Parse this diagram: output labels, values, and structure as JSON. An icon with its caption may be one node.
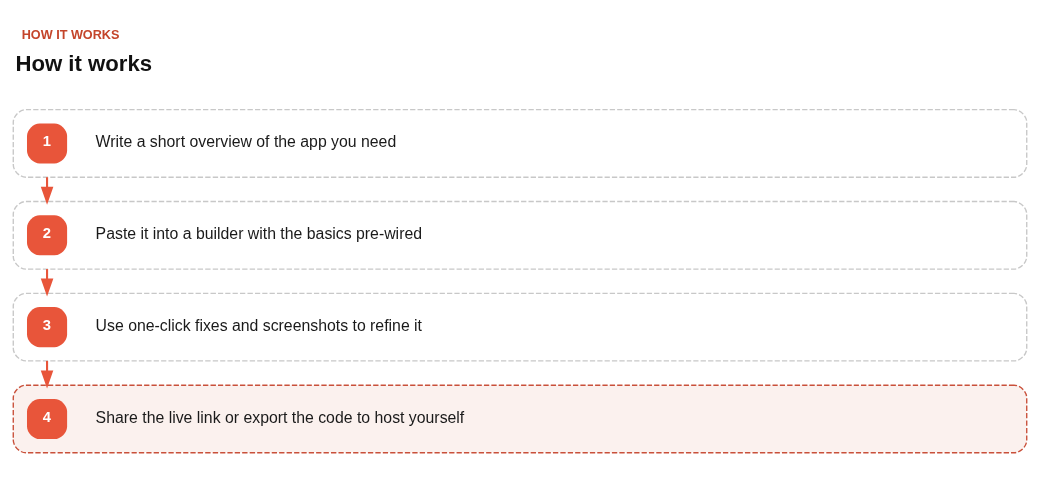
{
  "diagram": {
    "title": "HOW IT WORKS",
    "nodes": [
      {
        "text": [
          "1",
          "Write a short overview of the app you need"
        ]
      },
      {
        "text": [
          "2",
          "Paste it into a builder with the basics pre-wired"
        ]
      },
      {
        "text": [
          "3",
          "Use one-click fixes and screenshots to refine it"
        ]
      },
      {
        "text": [
          "4",
          "Share the live link or export the code to host yourself"
        ]
      }
    ],
    "edges": [
      {
        "from": 0,
        "to": 1,
        "arrow": "to"
      },
      {
        "from": 1,
        "to": 2,
        "arrow": "to"
      },
      {
        "from": 2,
        "to": 3,
        "arrow": "to"
      }
    ],
    "labels": [
      "How it works"
    ]
  }
}
